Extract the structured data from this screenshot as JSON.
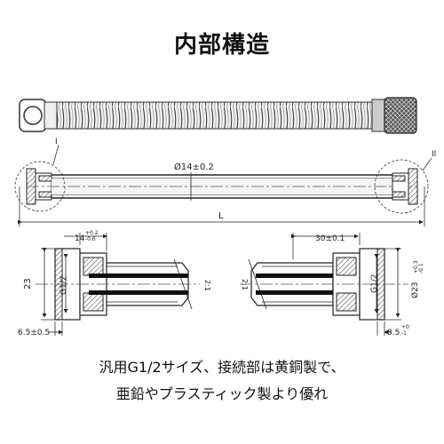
{
  "title": "内部構造",
  "callout_left": "I",
  "callout_right": "II",
  "dims": {
    "inner_diameter": "Ø14±0.2",
    "length": "L",
    "left_hex_width": "14",
    "left_hex_tol_upper": "+0.2",
    "left_hex_tol_lower": "-0.6",
    "left_height": "23",
    "left_thread": "G1/2",
    "left_bottom": "6.5±0.5",
    "left_section": "2:1",
    "right_hex_width": "30±0.1",
    "right_thread": "G1/2",
    "right_diameter": "Ø23",
    "right_diameter_tol_upper": "+0.3",
    "right_diameter_tol_lower": "-0.1",
    "right_bottom": "8.5",
    "right_bottom_tol_upper": "+0",
    "right_bottom_tol_lower": "-1",
    "right_section": "2:1"
  },
  "caption": {
    "line1": "汎用G1/2サイズ、接続部は黄銅製で、",
    "line2": "亜鉛やプラスティック製より優れ"
  }
}
